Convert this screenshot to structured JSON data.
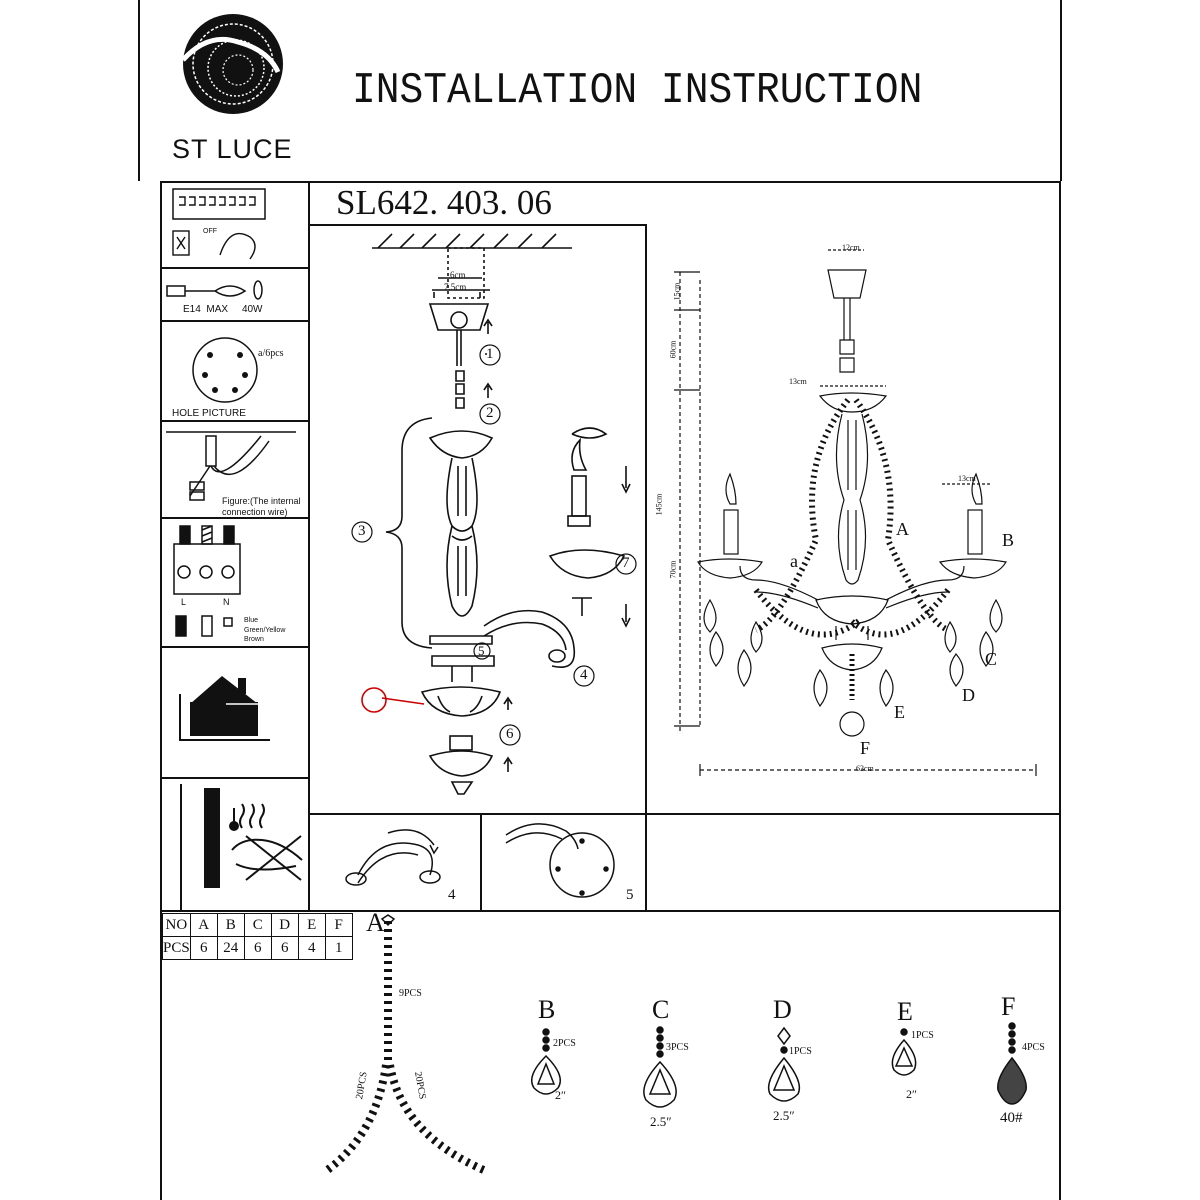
{
  "brand": {
    "name": "ST LUCE"
  },
  "header": {
    "title": "INSTALLATION INSTRUCTION",
    "model": "SL642. 403. 06"
  },
  "sidebar": {
    "switch_label": "OFF",
    "bulb": {
      "socket": "E14",
      "max": "MAX",
      "watts": "40W"
    },
    "hole": {
      "label": "HOLE PICTURE",
      "screws": "a/6pcs"
    },
    "wiring_note": "Figure:(The internal connection wire)",
    "terminal": {
      "l": "L",
      "n": "N",
      "blue": "Blue",
      "green_yellow": "Green/Yellow",
      "brown": "Brown"
    }
  },
  "assembly": {
    "dims": {
      "d6": "6cm",
      "d75": "7.5cm"
    },
    "steps": [
      "1",
      "2",
      "3",
      "4",
      "5",
      "6",
      "7"
    ],
    "sub_steps": [
      "4",
      "5"
    ]
  },
  "overview": {
    "dims": {
      "top": "12cm",
      "cup": "13cm",
      "arm": "13cm",
      "h15": "15cm",
      "h60": "60cm",
      "h145": "145cm",
      "h70": "70cm",
      "width": "63cm"
    },
    "labels": [
      "A",
      "B",
      "a",
      "C",
      "D",
      "E",
      "F"
    ]
  },
  "parts_table": {
    "headers": [
      "NO",
      "A",
      "B",
      "C",
      "D",
      "E",
      "F"
    ],
    "values": [
      "PCS",
      "6",
      "24",
      "6",
      "6",
      "4",
      "1"
    ]
  },
  "crystals": {
    "A": {
      "letter": "A",
      "top": "9PCS",
      "left": "20PCS",
      "right": "20PCS"
    },
    "B": {
      "letter": "B",
      "count": "2PCS",
      "size": "2″"
    },
    "C": {
      "letter": "C",
      "count": "3PCS",
      "size": "2.5″"
    },
    "D": {
      "letter": "D",
      "count": "1PCS",
      "size": "2.5″"
    },
    "E": {
      "letter": "E",
      "count": "1PCS",
      "size": "2″"
    },
    "F": {
      "letter": "F",
      "count": "4PCS",
      "size": "40#"
    }
  }
}
